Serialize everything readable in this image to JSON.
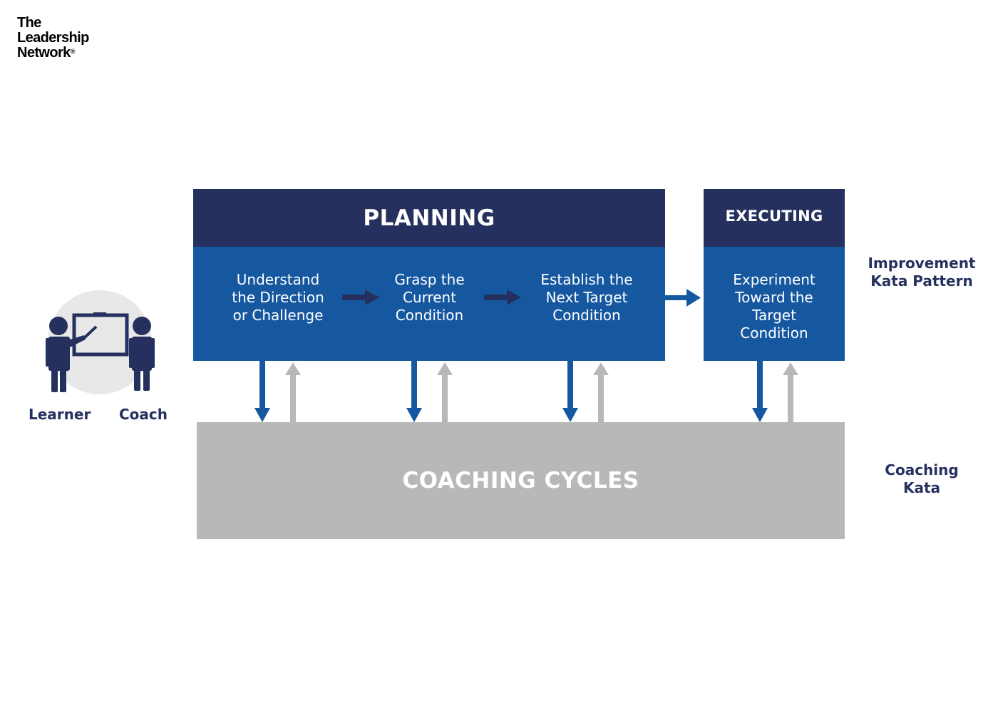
{
  "logo": {
    "line1": "The",
    "line2": "Leadership",
    "line3": "Network",
    "mark": "®"
  },
  "planning": {
    "title": "PLANNING",
    "steps": [
      "Understand\nthe Direction\nor Challenge",
      "Grasp the\nCurrent\nCondition",
      "Establish the\nNext Target\nCondition"
    ]
  },
  "executing": {
    "title": "EXECUTING",
    "step": "Experiment\nToward the\nTarget\nCondition"
  },
  "coaching": {
    "title": "COACHING CYCLES"
  },
  "labels": {
    "improvement": "Improvement\nKata Pattern",
    "coaching_kata": "Coaching\nKata",
    "learner": "Learner",
    "coach": "Coach"
  },
  "icons": {
    "illustration": "learner-coach-whiteboard-icon",
    "flow_arrow": "arrow-right-icon",
    "down_arrow": "arrow-down-icon",
    "up_arrow": "arrow-up-icon"
  },
  "colors": {
    "navy": "#25305e",
    "blue": "#1658a0",
    "gray": "#b8b8b8",
    "light_gray": "#e8e8e8"
  }
}
